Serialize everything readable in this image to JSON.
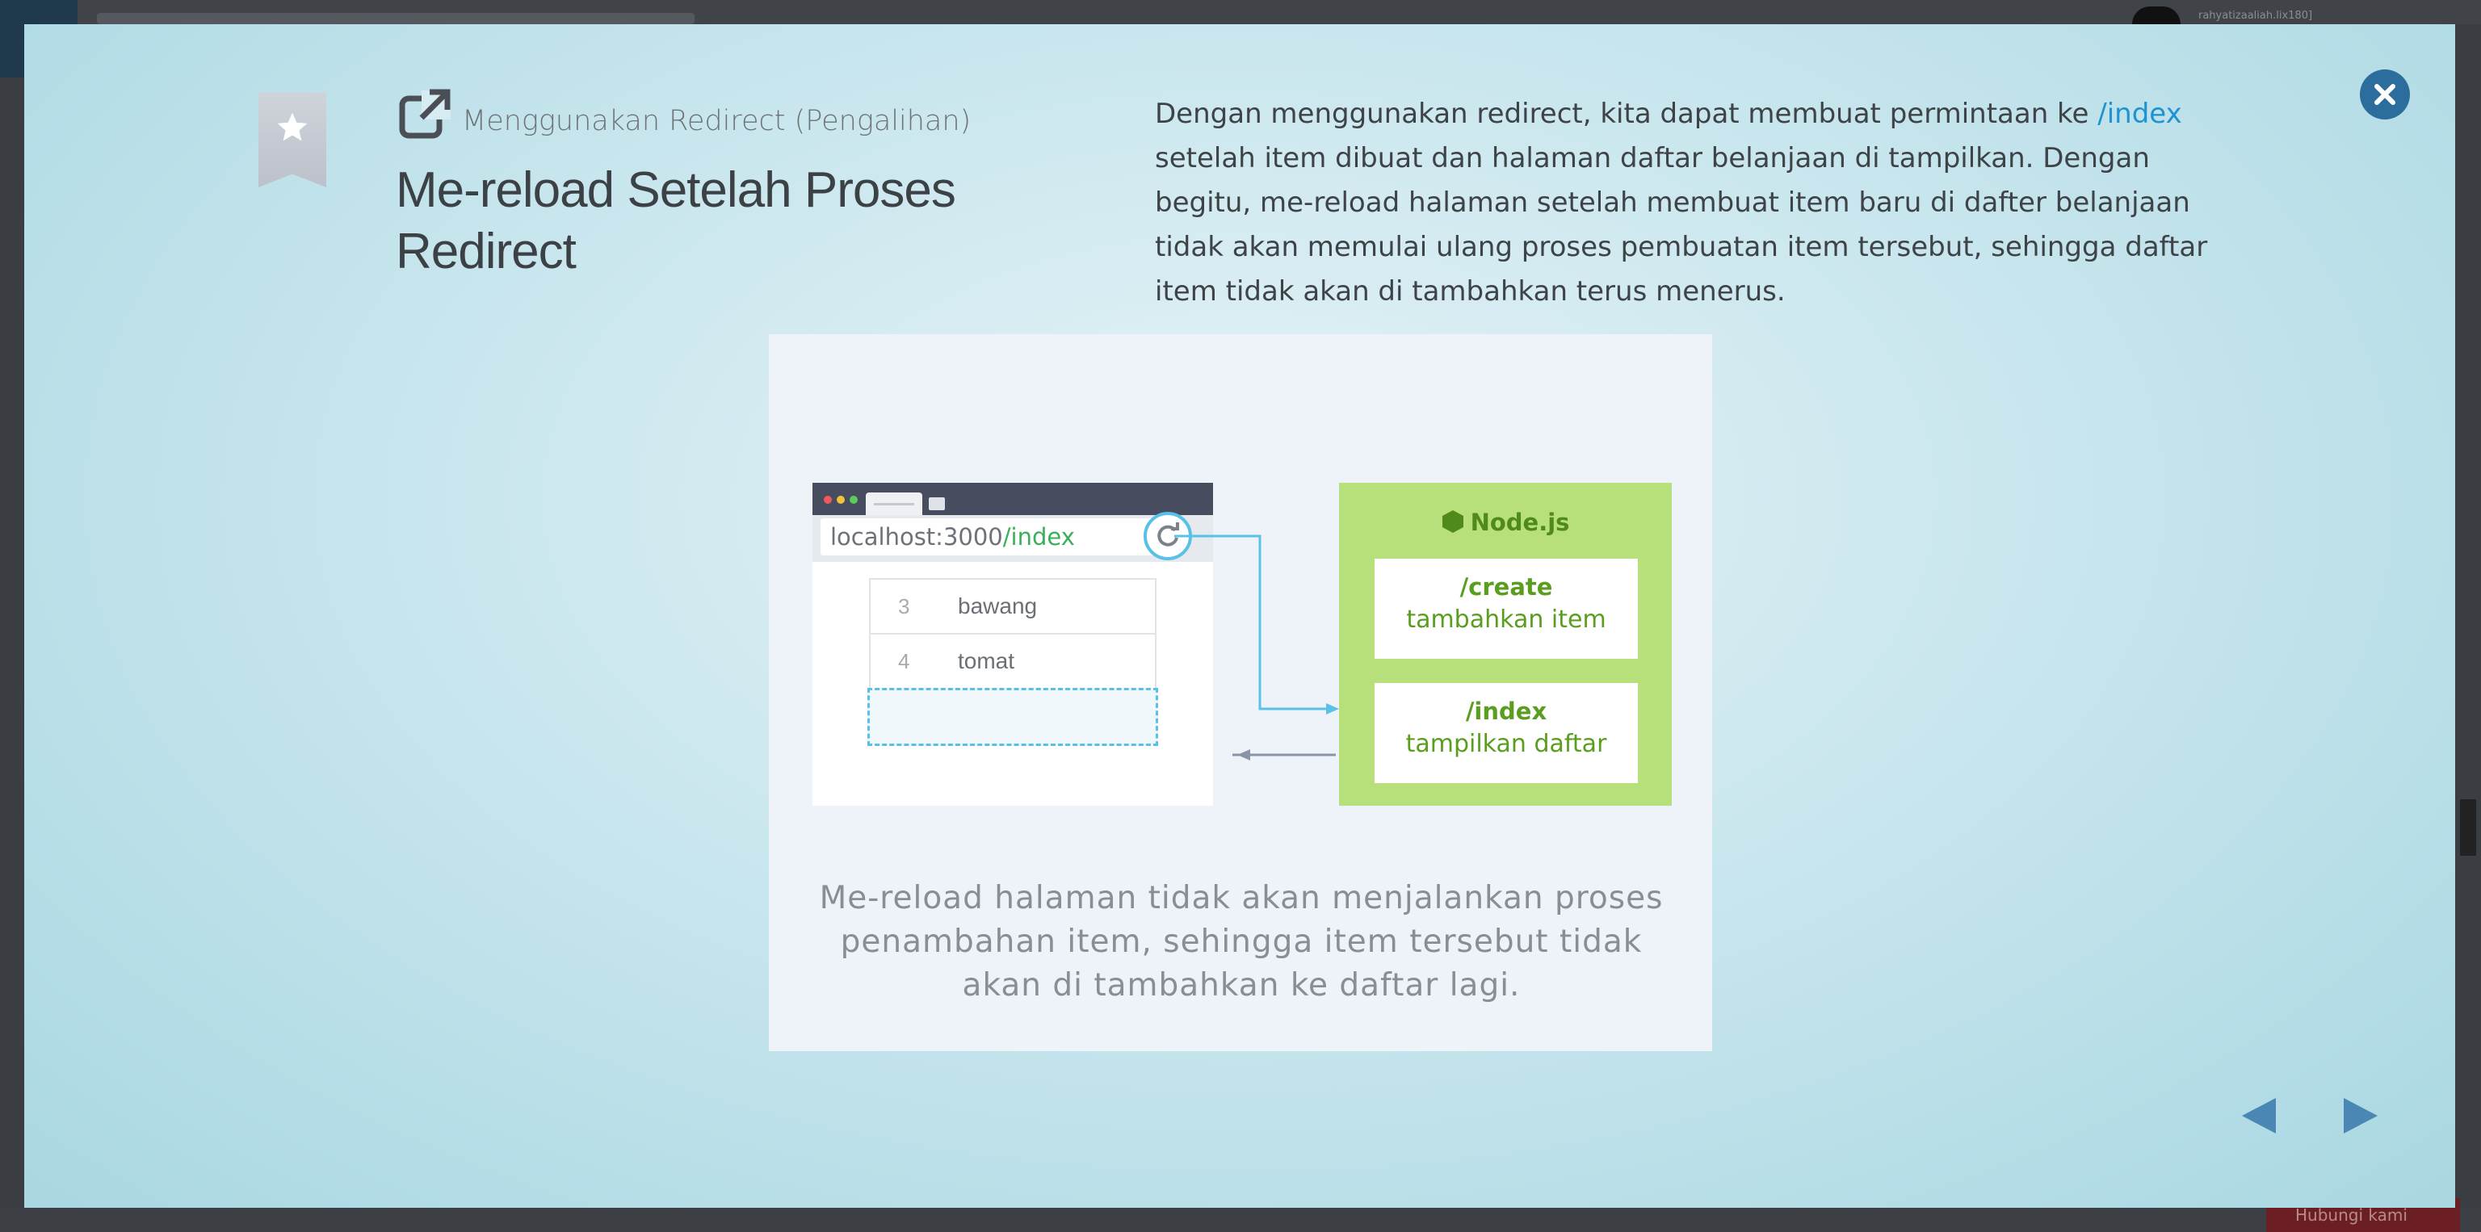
{
  "background": {
    "user_name": "rahyatizaaliah.lix180]",
    "bottom_button": "Hubungi kami"
  },
  "modal": {
    "kicker": "Menggunakan Redirect (Pengalihan)",
    "title": "Me-reload Setelah Proses Redirect",
    "description": {
      "part1": "Dengan menggunakan redirect, kita dapat membuat permintaan ke ",
      "link": "/index",
      "part2": " setelah item dibuat dan halaman daftar belanjaan di tampilkan. Dengan begitu, me-reload halaman setelah membuat item baru di dafter belanjaan tidak akan memulai ulang proses pembuatan item tersebut, sehingga daftar item tidak akan di tambahkan terus menerus."
    },
    "icons": {
      "bookmark": "bookmark-star-icon",
      "external": "external-link-icon",
      "close": "close-icon",
      "prev": "arrow-left-icon",
      "next": "arrow-right-icon"
    }
  },
  "illustration": {
    "url_host": "localhost:3000",
    "url_path": "/index",
    "list": [
      {
        "num": "3",
        "name": "bawang"
      },
      {
        "num": "4",
        "name": "tomat"
      }
    ],
    "server_label": "Node.js",
    "routes": [
      {
        "path": "/create",
        "action": "tambahkan item"
      },
      {
        "path": "/index",
        "action": "tampilkan daftar"
      }
    ],
    "caption": "Me-reload halaman tidak akan menjalankan proses penambahan item, sehingga item tersebut tidak akan di tambahkan ke daftar lagi.",
    "colors": {
      "accent_blue": "#59c0e8",
      "node_green": "#b8e07a",
      "route_green": "#5a9e1f",
      "link_blue": "#1d93d1"
    }
  }
}
